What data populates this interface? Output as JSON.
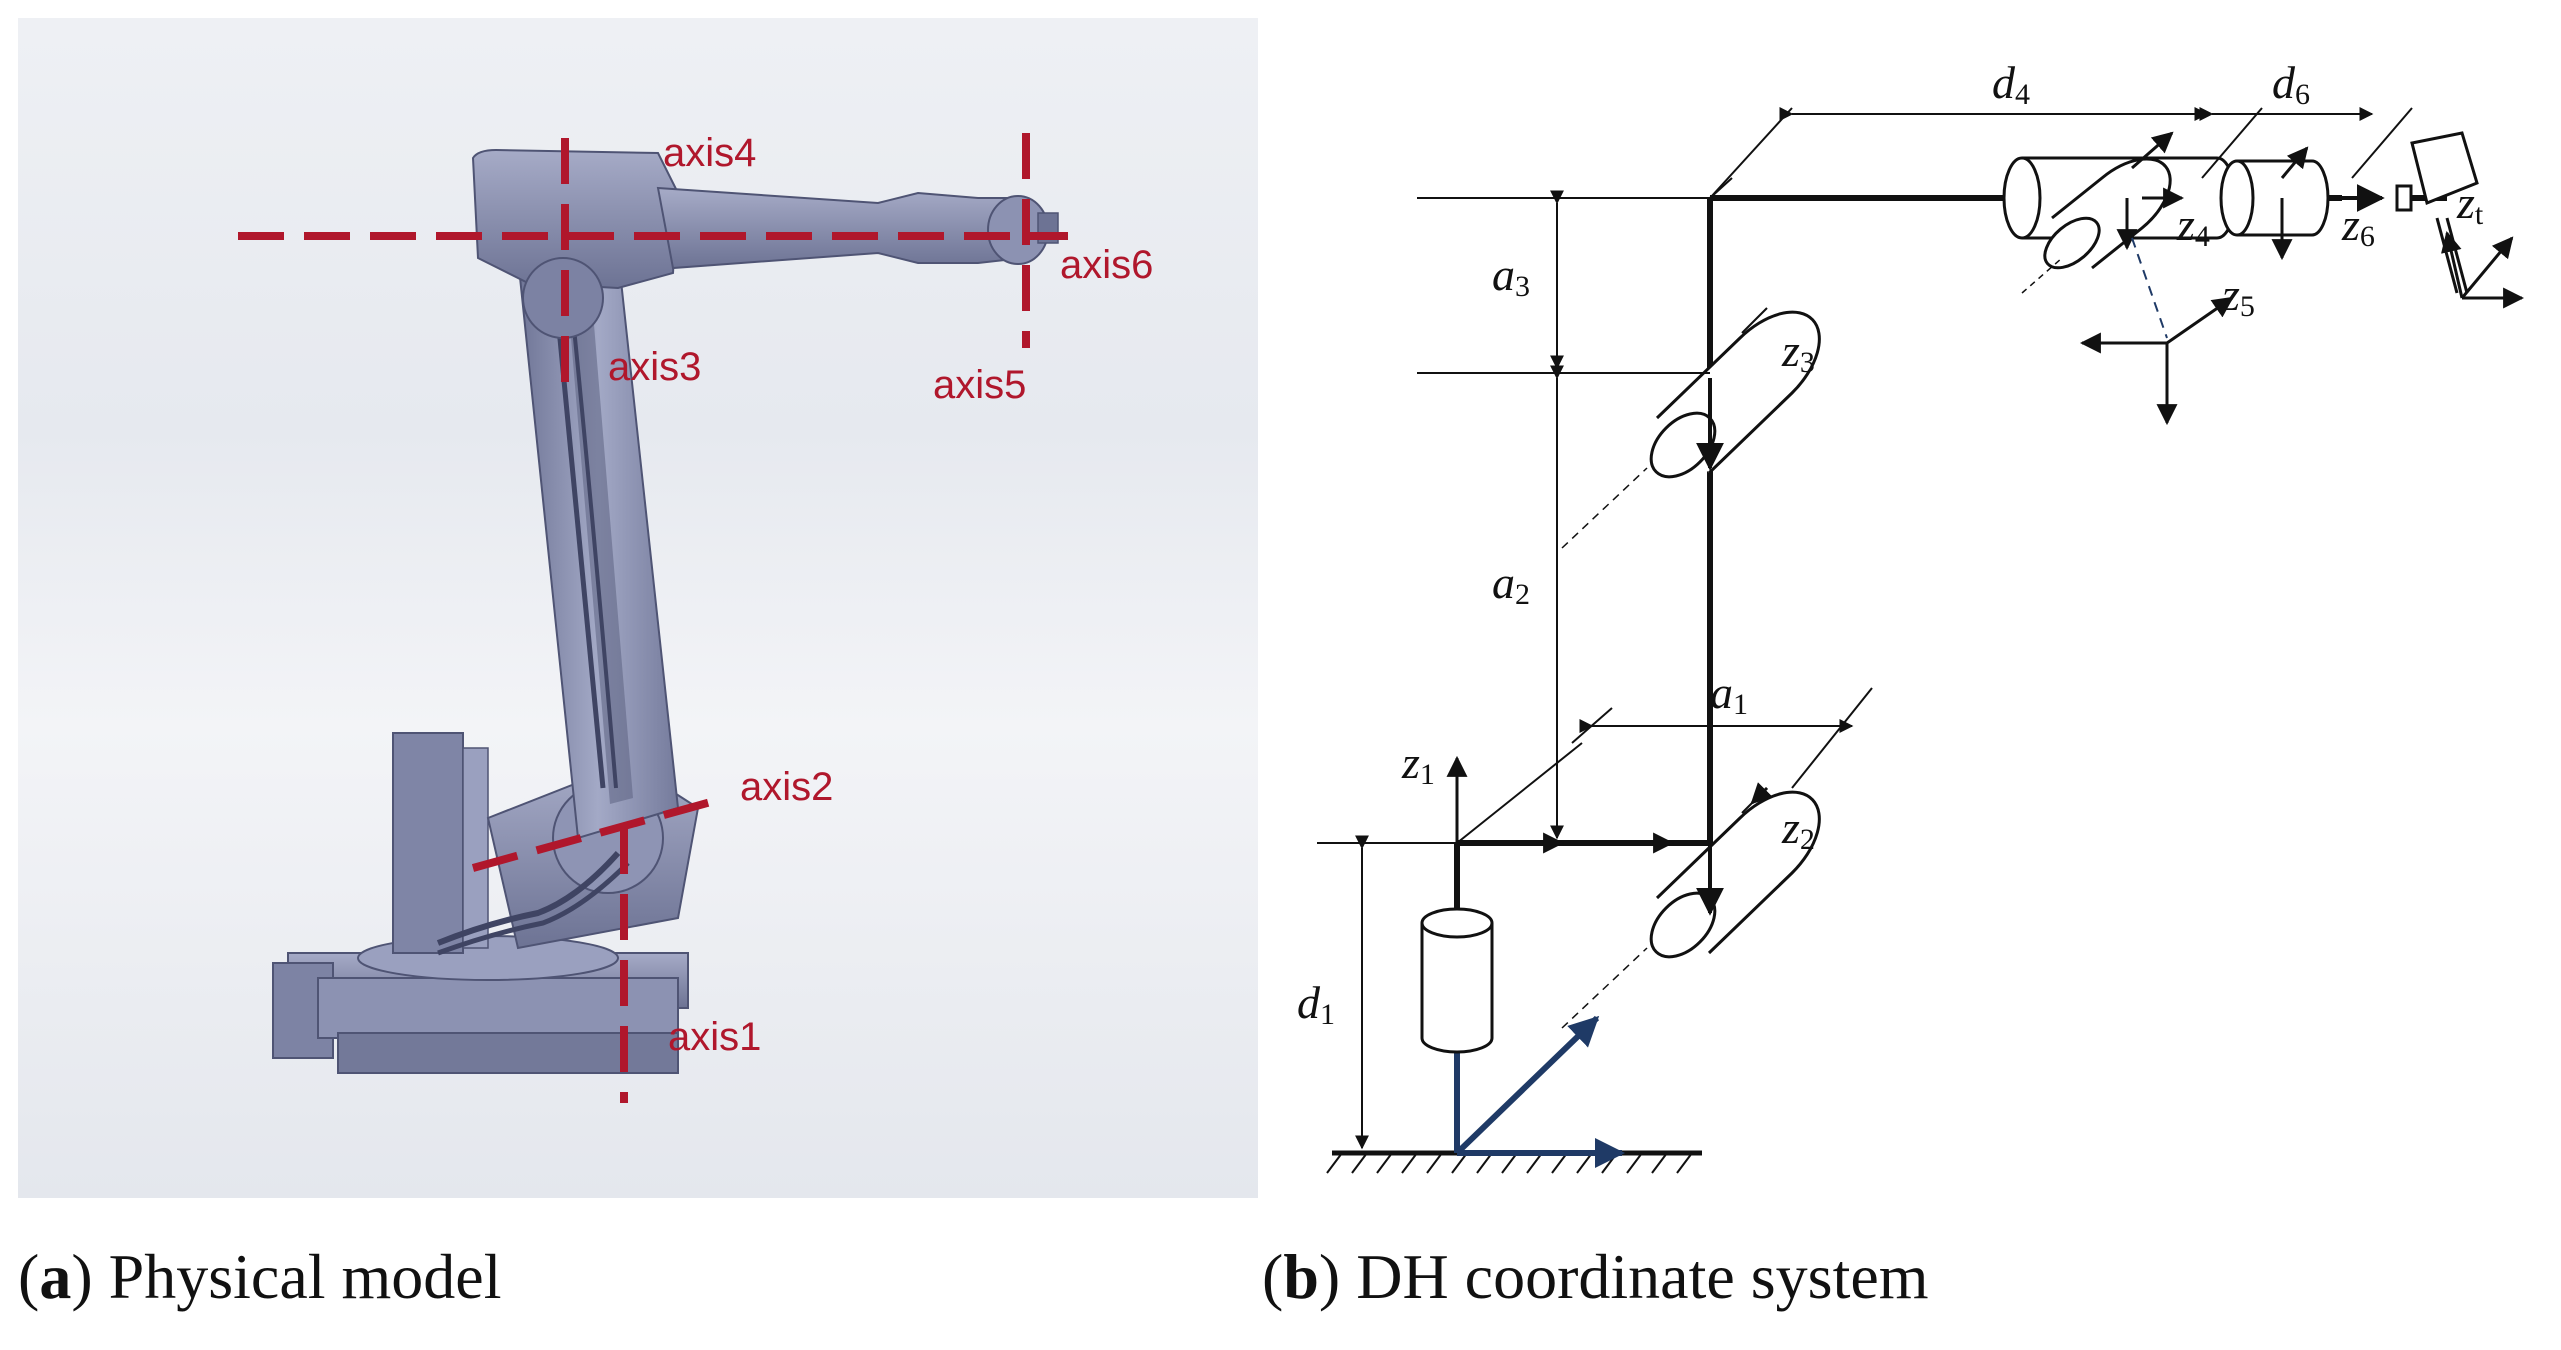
{
  "panel_a": {
    "axis_labels": {
      "axis1": "axis1",
      "axis2": "axis2",
      "axis3": "axis3",
      "axis4": "axis4",
      "axis5": "axis5",
      "axis6": "axis6"
    },
    "caption_letter": "a",
    "caption_text": "Physical model"
  },
  "panel_b": {
    "labels": {
      "d1": {
        "main": "d",
        "sub": "1"
      },
      "a1": {
        "main": "a",
        "sub": "1"
      },
      "a2": {
        "main": "a",
        "sub": "2"
      },
      "a3": {
        "main": "a",
        "sub": "3"
      },
      "d4": {
        "main": "d",
        "sub": "4"
      },
      "d6": {
        "main": "d",
        "sub": "6"
      },
      "z1": {
        "main": "z",
        "sub": "1"
      },
      "z2": {
        "main": "z",
        "sub": "2"
      },
      "z3": {
        "main": "z",
        "sub": "3"
      },
      "z4": {
        "main": "z",
        "sub": "4"
      },
      "z5": {
        "main": "z",
        "sub": "5"
      },
      "z6": {
        "main": "z",
        "sub": "6"
      },
      "zt": {
        "main": "z",
        "sub": "t"
      }
    },
    "caption_letter": "b",
    "caption_text": "DH coordinate system"
  },
  "colors": {
    "axis_red": "#b0172c",
    "robot_body": "#8e94b4",
    "base_arrow": "#1f3a66"
  }
}
